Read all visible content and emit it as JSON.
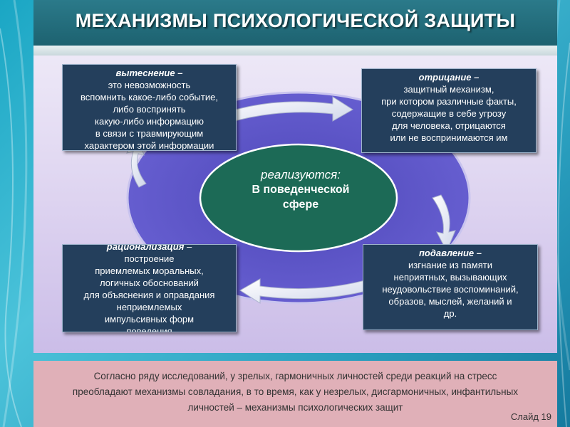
{
  "title": "МЕХАНИЗМЫ ПСИХОЛОГИЧЕСКОЙ ЗАЩИТЫ",
  "center": {
    "lead": "реализуются:",
    "lines": [
      "В поведенческой",
      "сфере"
    ]
  },
  "boxes": [
    {
      "term": "вытеснение –",
      "lines": [
        "это невозможность",
        "вспомнить какое-либо событие,",
        "либо воспринять",
        "какую-либо информацию",
        "в связи с травмирующим",
        "характером этой информации"
      ]
    },
    {
      "term": "отрицание –",
      "lines": [
        "защитный механизм,",
        "при котором различные факты,",
        "содержащие в себе угрозу",
        "для человека, отрицаются",
        "или не воспринимаются им"
      ]
    },
    {
      "term": "рационализация",
      "term_suffix": " –",
      "lines": [
        "построение",
        "приемлемых моральных,",
        "логичных обоснований",
        "для объяснения и оправдания",
        "неприемлемых",
        "импульсивных форм",
        "поведения"
      ]
    },
    {
      "term": "подавление –",
      "lines": [
        "изгнание из памяти",
        "неприятных, вызывающих",
        "неудовольствие воспоминаний,",
        "образов, мыслей, желаний и",
        "др."
      ]
    }
  ],
  "footer": {
    "lines": [
      "Согласно ряду исследований, у зрелых, гармоничных личностей среди реакций на стресс",
      "преобладают механизмы совладания, в то время, как у незрелых, дисгармоничных, инфантильных",
      "личностей – механизмы психологических защит"
    ]
  },
  "slide_number": "Слайд 19",
  "colors": {
    "title_bar": "#1d6270",
    "box_fill": "#243f5c",
    "ring_fill": "#5d55c9",
    "center_fill": "#1c6a56",
    "footer_fill": "#e0b0b8",
    "background": "#2aa8c8"
  }
}
